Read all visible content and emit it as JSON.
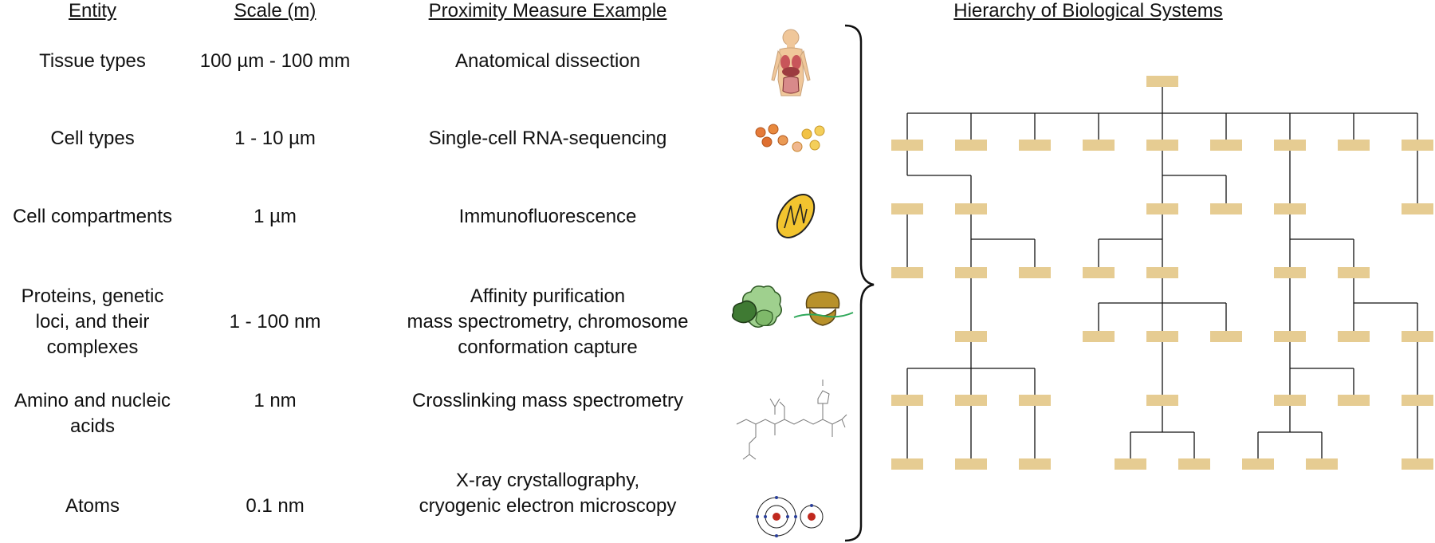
{
  "headers": {
    "entity": "Entity",
    "scale": "Scale (m)",
    "proximity": "Proximity Measure Example",
    "hierarchy": "Hierarchy of Biological Systems"
  },
  "rows": [
    {
      "entity": [
        "Tissue types"
      ],
      "scale": "100 µm - 100 mm",
      "proximity": [
        "Anatomical dissection"
      ],
      "icon": "human-anatomy-icon"
    },
    {
      "entity": [
        "Cell types"
      ],
      "scale": "1 - 10 µm",
      "proximity": [
        "Single-cell RNA-sequencing"
      ],
      "icon": "cells-icon"
    },
    {
      "entity": [
        "Cell compartments"
      ],
      "scale": "1 µm",
      "proximity": [
        "Immunofluorescence"
      ],
      "icon": "mitochondrion-icon"
    },
    {
      "entity": [
        "Proteins, genetic",
        "loci, and their",
        "complexes"
      ],
      "scale": "1 - 100 nm",
      "proximity": [
        "Affinity purification",
        "mass spectrometry, chromosome",
        "conformation capture"
      ],
      "icon": "protein-complex-icon"
    },
    {
      "entity": [
        "Amino and nucleic",
        "acids"
      ],
      "scale": "1 nm",
      "proximity": [
        "Crosslinking mass spectrometry"
      ],
      "icon": "molecule-structure-icon"
    },
    {
      "entity": [
        "Atoms"
      ],
      "scale": "0.1 nm",
      "proximity": [
        "X-ray crystallography,",
        "cryogenic electron microscopy"
      ],
      "icon": "atom-icon"
    }
  ],
  "colors": {
    "node": "#e6cc92",
    "line": "#111111",
    "bracket": "#111111"
  }
}
